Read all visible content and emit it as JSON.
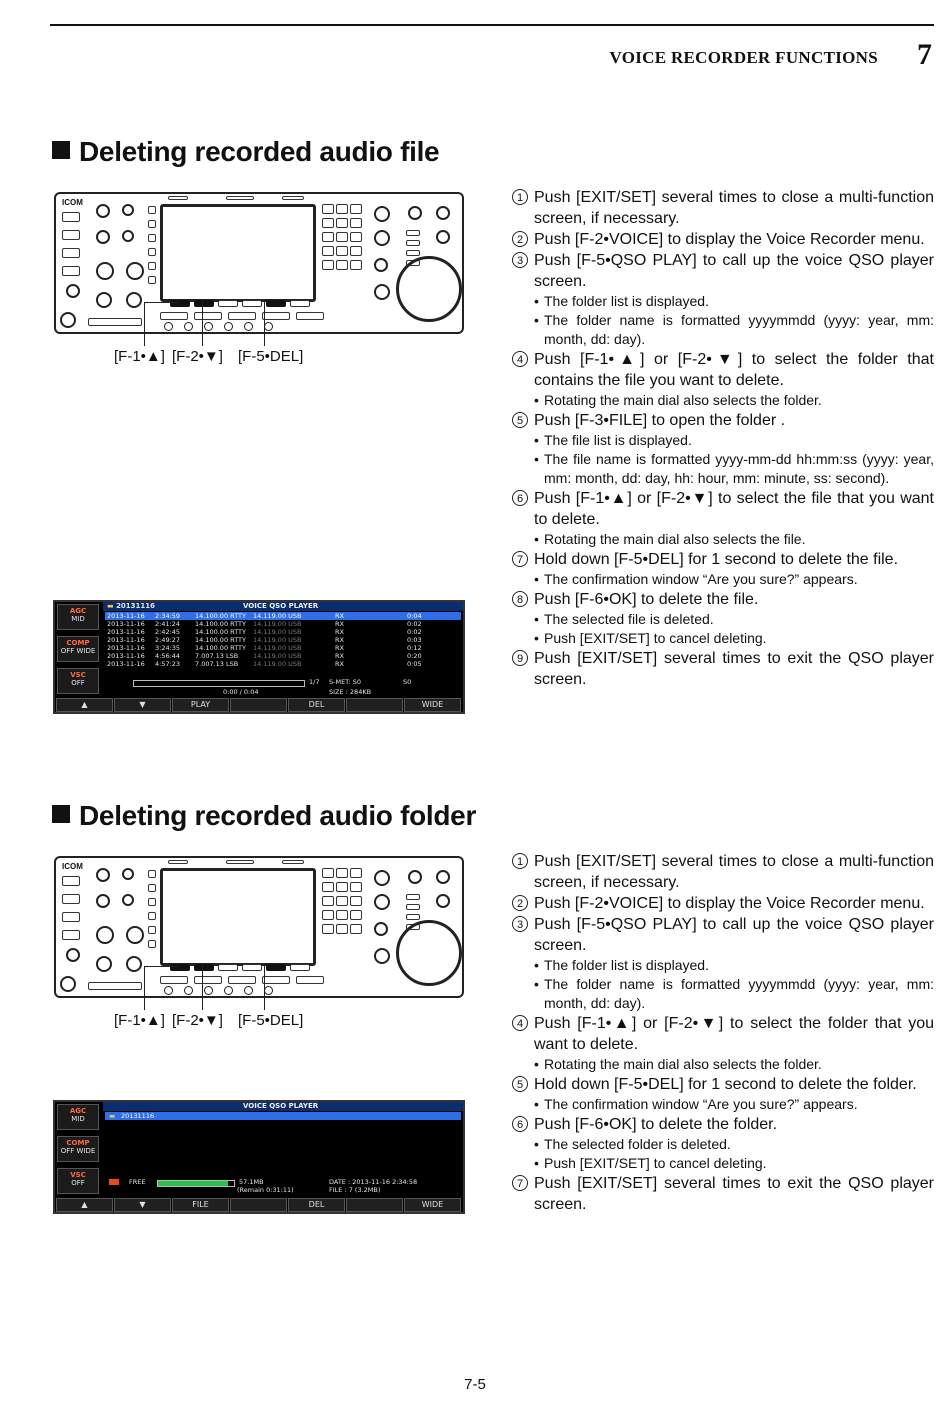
{
  "header": {
    "chapter_title": "VOICE RECORDER FUNCTIONS",
    "chapter_number": "7"
  },
  "section1": {
    "heading": "Deleting recorded audio file",
    "callouts": [
      "[F-1•▲]",
      "[F-2•▼]",
      "[F-5•DEL]"
    ],
    "steps": [
      {
        "num": "1",
        "text": "Push [EXIT/SET] several times to close a multi-function screen, if necessary.",
        "notes": []
      },
      {
        "num": "2",
        "text": "Push [F-2•VOICE] to display the Voice Recorder menu.",
        "notes": []
      },
      {
        "num": "3",
        "text": "Push [F-5•QSO PLAY] to call up the voice QSO player screen.",
        "notes": [
          "The folder list is displayed.",
          "The folder name is formatted yyyymmdd (yyyy: year, mm: month, dd: day)."
        ]
      },
      {
        "num": "4",
        "text": "Push [F-1•▲] or [F-2•▼] to select the folder that contains the file you want to delete.",
        "notes": [
          "Rotating the main dial also selects the folder."
        ]
      },
      {
        "num": "5",
        "text": "Push [F-3•FILE] to open the folder .",
        "notes": [
          "The file list is displayed.",
          "The file name is formatted yyyy-mm-dd hh:mm:ss (yyyy: year, mm: month, dd: day, hh: hour, mm: minute, ss: second)."
        ]
      },
      {
        "num": "6",
        "text": "Push [F-1•▲] or [F-2•▼] to select the file that you want to delete.",
        "notes": [
          "Rotating the main dial also selects the file."
        ]
      },
      {
        "num": "7",
        "text": "Hold down [F-5•DEL] for 1 second to delete the file.",
        "notes": [
          "The confirmation window “Are you sure?” appears."
        ]
      },
      {
        "num": "8",
        "text": "Push [F-6•OK] to delete the file.",
        "notes": [
          "The selected file is deleted.",
          "Push [EXIT/SET] to cancel deleting."
        ]
      },
      {
        "num": "9",
        "text": "Push [EXIT/SET] several times to exit the QSO player screen.",
        "notes": []
      }
    ],
    "screen": {
      "folder": "20131116",
      "title": "VOICE QSO PLAYER",
      "side": [
        {
          "t": "AGC",
          "v": "MID"
        },
        {
          "t": "COMP",
          "v": "OFF WIDE"
        },
        {
          "t": "VSC",
          "v": "OFF"
        }
      ],
      "rows": [
        [
          "2013-11-16",
          "2:34:59",
          "14.100.00 RTTY",
          "14.119.00 USB",
          "RX",
          "0:04"
        ],
        [
          "2013-11-16",
          "2:41:24",
          "14.100.00 RTTY",
          "14.119.00 USB",
          "RX",
          "0:02"
        ],
        [
          "2013-11-16",
          "2:42:45",
          "14.100.00 RTTY",
          "14.119.00 USB",
          "RX",
          "0:02"
        ],
        [
          "2013-11-16",
          "2:49:27",
          "14.100.00 RTTY",
          "14.119.00 USB",
          "RX",
          "0:03"
        ],
        [
          "2013-11-16",
          "3:24:35",
          "14.100.00 RTTY",
          "14.119.00 USB",
          "RX",
          "0:12"
        ],
        [
          "2013-11-16",
          "4:56:44",
          "7.007.13 LSB",
          "14.119.00 USB",
          "RX",
          "0:20"
        ],
        [
          "2013-11-16",
          "4:57:23",
          "7.007.13 LSB",
          "14.119.00 USB",
          "RX",
          "0:05"
        ]
      ],
      "page": "1/7",
      "time": "0:00  /  0:04",
      "smet": "S-MET:  S0",
      "smet2": "S0",
      "size": "SIZE  :  284KB",
      "fkeys": [
        "▲",
        "▼",
        "PLAY",
        "",
        "DEL",
        "",
        "WIDE"
      ]
    }
  },
  "section2": {
    "heading": "Deleting recorded audio folder",
    "callouts": [
      "[F-1•▲]",
      "[F-2•▼]",
      "[F-5•DEL]"
    ],
    "steps": [
      {
        "num": "1",
        "text": "Push [EXIT/SET] several times to close a multi-function screen, if necessary.",
        "notes": []
      },
      {
        "num": "2",
        "text": "Push [F-2•VOICE] to display the Voice Recorder menu.",
        "notes": []
      },
      {
        "num": "3",
        "text": "Push [F-5•QSO PLAY] to call up the voice QSO player screen.",
        "notes": [
          "The folder list is displayed.",
          "The folder name is formatted yyyymmdd (yyyy: year, mm: month, dd: day)."
        ]
      },
      {
        "num": "4",
        "text": "Push [F-1•▲] or [F-2•▼] to select the folder that you want to delete.",
        "notes": [
          "Rotating the main dial also selects the folder."
        ]
      },
      {
        "num": "5",
        "text": "Hold down [F-5•DEL] for 1 second to delete the folder.",
        "notes": [
          "The confirmation window “Are you sure?” appears."
        ]
      },
      {
        "num": "6",
        "text": "Push [F-6•OK] to delete the folder.",
        "notes": [
          "The selected folder is deleted.",
          "Push [EXIT/SET] to cancel deleting."
        ]
      },
      {
        "num": "7",
        "text": "Push [EXIT/SET] several times to exit the QSO player screen.",
        "notes": []
      }
    ],
    "screen": {
      "folder": "20131116",
      "title": "VOICE QSO PLAYER",
      "side": [
        {
          "t": "AGC",
          "v": "MID"
        },
        {
          "t": "COMP",
          "v": "OFF WIDE"
        },
        {
          "t": "VSC",
          "v": "OFF"
        }
      ],
      "free_label": "FREE",
      "free_value": "57.1MB",
      "remain": "(Remain  0:31:11)",
      "date": "DATE  :  2013-11-16     2:34:58",
      "file": "FILE   :  7  (3.2MB)",
      "fkeys": [
        "▲",
        "▼",
        "FILE",
        "",
        "DEL",
        "",
        "WIDE"
      ]
    }
  },
  "footer": {
    "page_number": "7-5"
  }
}
